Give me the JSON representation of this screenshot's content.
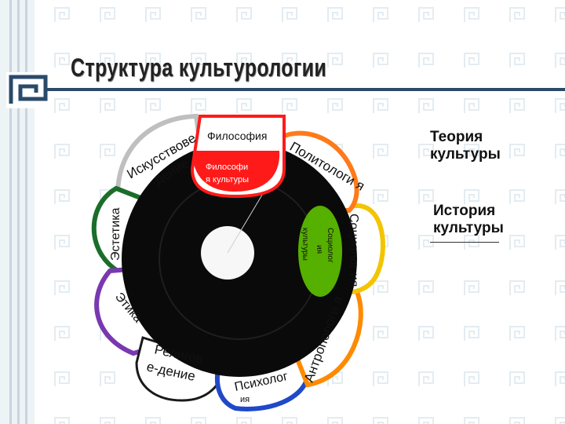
{
  "slide": {
    "title": "Структура культурологии"
  },
  "right_labels": {
    "theory": "Теория культуры",
    "history": "История культуры"
  },
  "petals": {
    "philosophy": "Философия",
    "philosophy_of_culture": [
      "Философи",
      "я культуры"
    ],
    "politology": "Политологи я",
    "sociology": "Социолог ия",
    "sociology_of_culture": [
      "Социолог",
      "ия",
      "культуры"
    ],
    "anthropology": "Антропологи я",
    "psychology": [
      "Психолог",
      "ия"
    ],
    "religion": [
      "Религов",
      "е-дение"
    ],
    "ethics": "Этика",
    "aesthetics": "Эстетика",
    "art_studies": [
      "Искусствове",
      "-дение"
    ]
  },
  "colors": {
    "title_bar": "#2a4a6a",
    "center_disc": "#0a0a0a",
    "inner_circle": "#f7f7f7",
    "philosophy_petal": "#ff1a1a",
    "politology_petal": "#ff7a1a",
    "sociology_petal": "#f2c500",
    "sociology_of_culture_petal": "#56b000",
    "anthropology_petal": "#ff8a00",
    "psychology_petal": "#1f49c8",
    "religion_petal": "#1a1a1a",
    "ethics_petal": "#7a38b0",
    "aesthetics_petal": "#1a6e2a",
    "art_studies_petal": "#bfbfbf"
  }
}
